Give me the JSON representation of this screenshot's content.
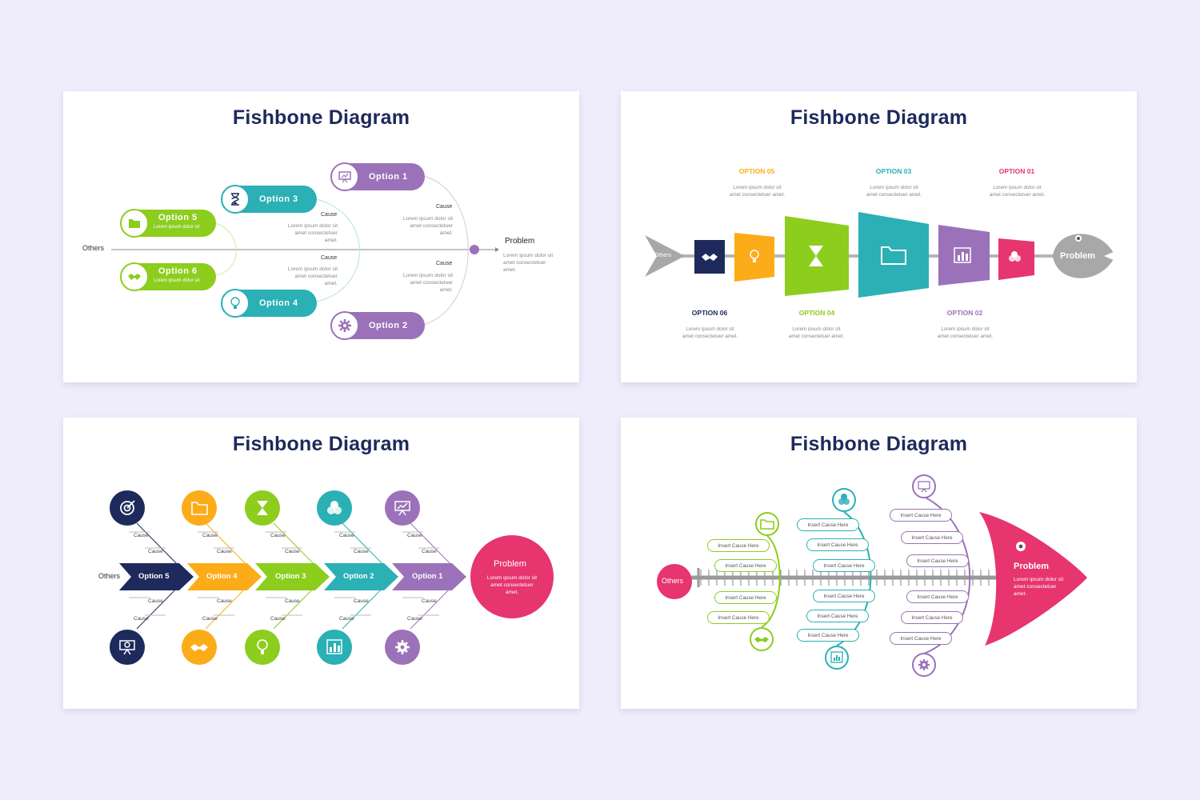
{
  "colors": {
    "background": "#efedfb",
    "navy": "#1d2a5b",
    "green": "#8ccd1e",
    "teal": "#2ab0b5",
    "purple": "#9b72b9",
    "orange": "#fbac18",
    "pink": "#e6356f",
    "gray": "#a8a8a8"
  },
  "slide1": {
    "title": "Fishbone Diagram",
    "others": "Others",
    "problem": "Problem",
    "problem_desc": "Lorem ipsum dolor sit amet consectetuer amet.",
    "options": [
      {
        "label": "Option 1",
        "icon": "presentation-icon"
      },
      {
        "label": "Option 2",
        "icon": "gear-icon"
      },
      {
        "label": "Option 3",
        "icon": "hourglass-icon"
      },
      {
        "label": "Option 4",
        "icon": "lightbulb-icon"
      },
      {
        "label": "Option 5",
        "icon": "folder-icon",
        "sub": "Lorem ipsum dolor sit"
      },
      {
        "label": "Option 6",
        "icon": "handshake-icon",
        "sub": "Lorem ipsum dolor sit"
      }
    ],
    "causes": [
      {
        "label": "Cause",
        "desc": "Lorem ipsum dolor sit amet consectetuer amet."
      },
      {
        "label": "Cause",
        "desc": "Lorem ipsum dolor sit amet consectetuer amet."
      },
      {
        "label": "Cause",
        "desc": "Lorem ipsum dolor sit amet consectetuer amet."
      },
      {
        "label": "Cause",
        "desc": "Lorem ipsum dolor sit amet consectetuer amet."
      }
    ]
  },
  "slide2": {
    "title": "Fishbone Diagram",
    "others": "Others",
    "problem": "Problem",
    "top": [
      {
        "label": "OPTION 05",
        "desc": "Lorem ipsum dolor sit amet consectetuer amet."
      },
      {
        "label": "OPTION 03",
        "desc": "Lorem ipsum dolor sit amet consectetuer amet."
      },
      {
        "label": "OPTION 01",
        "desc": "Lorem ipsum dolor sit amet consectetuer amet."
      }
    ],
    "bottom": [
      {
        "label": "OPTION 06",
        "desc": "Lorem ipsum dolor sit amet consectetuer amet."
      },
      {
        "label": "OPTION 04",
        "desc": "Lorem ipsum dolor sit amet consectetuer amet."
      },
      {
        "label": "OPTION 02",
        "desc": "Lorem ipsum dolor sit amet consectetuer amet."
      }
    ]
  },
  "slide3": {
    "title": "Fishbone Diagram",
    "others": "Others",
    "problem": "Problem",
    "problem_desc": "Lorem ipsum dolor sit amet consectetuer amet.",
    "arrows": [
      "Option 5",
      "Option 4",
      "Option 3",
      "Option 2",
      "Option 1"
    ],
    "cause": "Cause"
  },
  "slide4": {
    "title": "Fishbone Diagram",
    "others": "Others",
    "problem": "Problem",
    "problem_desc": "Lorem ipsum dolor sit amet consectetuer amet.",
    "insert": "Insert Cause Here"
  }
}
